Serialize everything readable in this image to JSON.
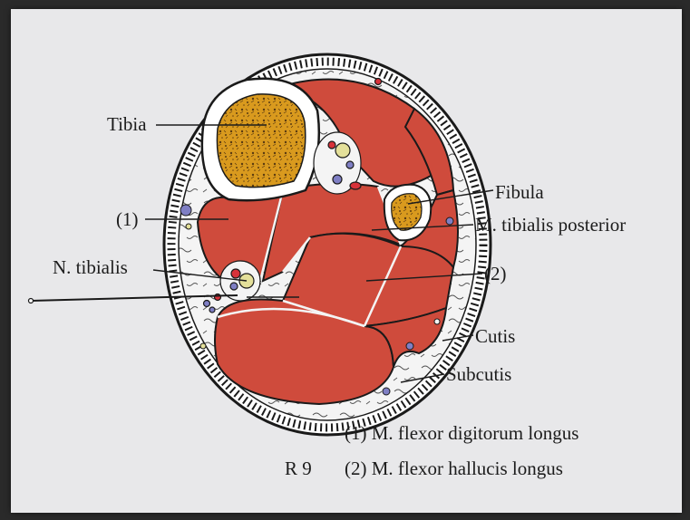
{
  "labels": {
    "tibia": "Tibia",
    "fibula": "Fibula",
    "m1": "(1)",
    "m_tibialis_posterior": "M. tibialis posterior",
    "n_tibialis": "N. tibialis",
    "m2": "(2)",
    "cutis": "Cutis",
    "subcutis": "Subcutis"
  },
  "legend": {
    "item1": "(1) M. flexor digitorum longus",
    "item2": "(2) M. flexor hallucis longus"
  },
  "plate_number": "R 9",
  "colors": {
    "muscle": "#cf4b3c",
    "bone_marrow": "#d99a1e",
    "nerve": "#e4e09a",
    "vein": "#7f7fc4",
    "artery": "#d8323a",
    "paper": "#e8e8ea"
  }
}
